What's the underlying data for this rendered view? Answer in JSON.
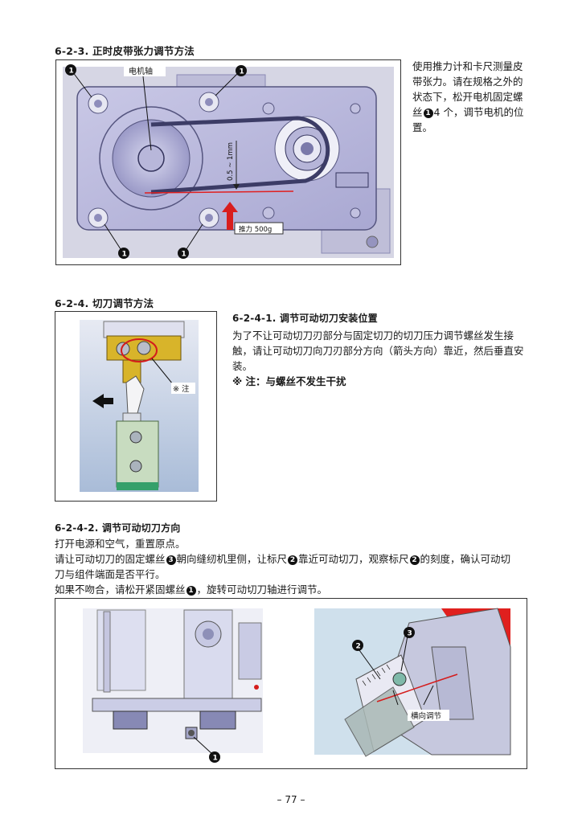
{
  "section_623": {
    "heading": "6-2-3. 正时皮带张力调节方法",
    "side_text": "使用推力计和卡尺测量皮带张力。请在规格之外的状态下，松开电机固定螺丝",
    "side_text_badge": "1",
    "side_text_tail": "4 个，调节电机的位置。",
    "fig_labels": {
      "motor_shaft": "电机轴",
      "gap": "0.5 ~ 1mm",
      "push": "推力 500g",
      "screw_mark": "1"
    }
  },
  "section_624": {
    "heading": "6-2-4. 切刀调节方法",
    "sub_heading": "6-2-4-1. 调节可动切刀安装位置",
    "body": "为了不让可动切刀刃部分与固定切刀的切刀压力调节螺丝发生接触，请让可动切刀向刀刃部分方向（箭头方向）靠近，然后垂直安装。",
    "note": "※ 注：与螺丝不发生干扰",
    "fig_note": "※ 注"
  },
  "section_6242": {
    "heading": "6-2-4-2. 调节可动切刀方向",
    "line1": "打开电源和空气，重置原点。",
    "line2_parts": [
      "请让可动切刀的固定螺丝",
      "3",
      "朝向缝纫机里侧，让标尺",
      "2",
      "靠近可动切刀，观察标尺",
      "2",
      "的刻度，确认可动切"
    ],
    "line3": "刀与组件端面是否平行。",
    "line4_parts": [
      "如果不吻合，请松开紧固螺丝",
      "1",
      "，旋转可动切刀轴进行调节。"
    ],
    "fig_labels": {
      "screw1": "1",
      "scale2": "2",
      "screw3": "3",
      "lateral": "横向调节"
    }
  },
  "page_number": "– 77 –"
}
